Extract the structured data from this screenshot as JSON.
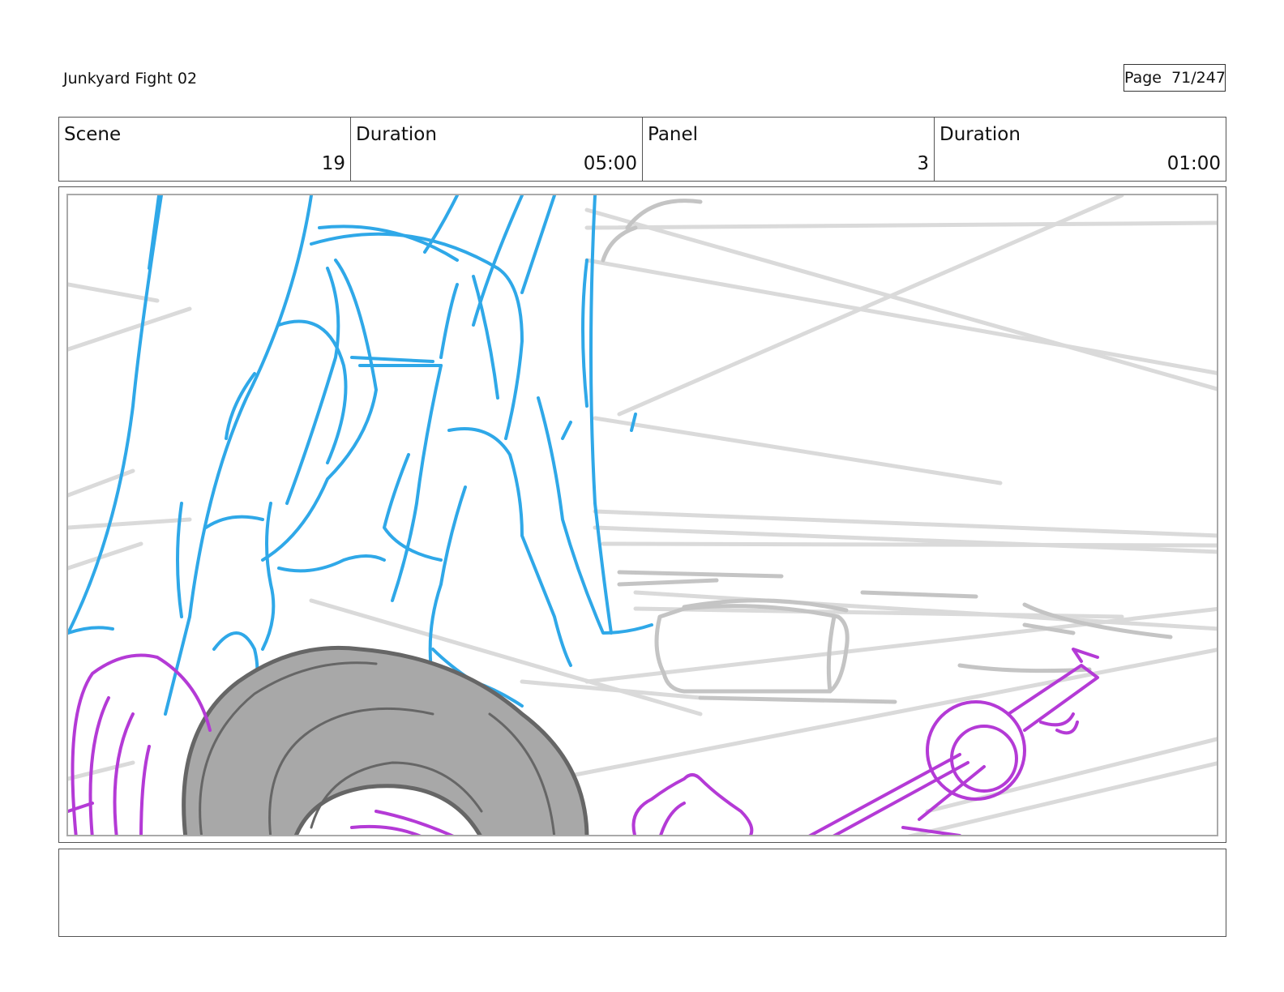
{
  "header": {
    "title": "Junkyard Fight 02",
    "page_label": "Page",
    "page_number": "71/247"
  },
  "info": [
    {
      "label": "Scene",
      "value": "19"
    },
    {
      "label": "Duration",
      "value": "05:00"
    },
    {
      "label": "Panel",
      "value": "3"
    },
    {
      "label": "Duration",
      "value": "01:00"
    }
  ],
  "colors": {
    "sketch_blue": "#2fa8e8",
    "sketch_magenta": "#b43ad6",
    "sketch_dark_gray": "#666666",
    "sketch_light_gray": "#d6d6d6",
    "tire_fill": "#a8a8a8"
  },
  "notes": ""
}
